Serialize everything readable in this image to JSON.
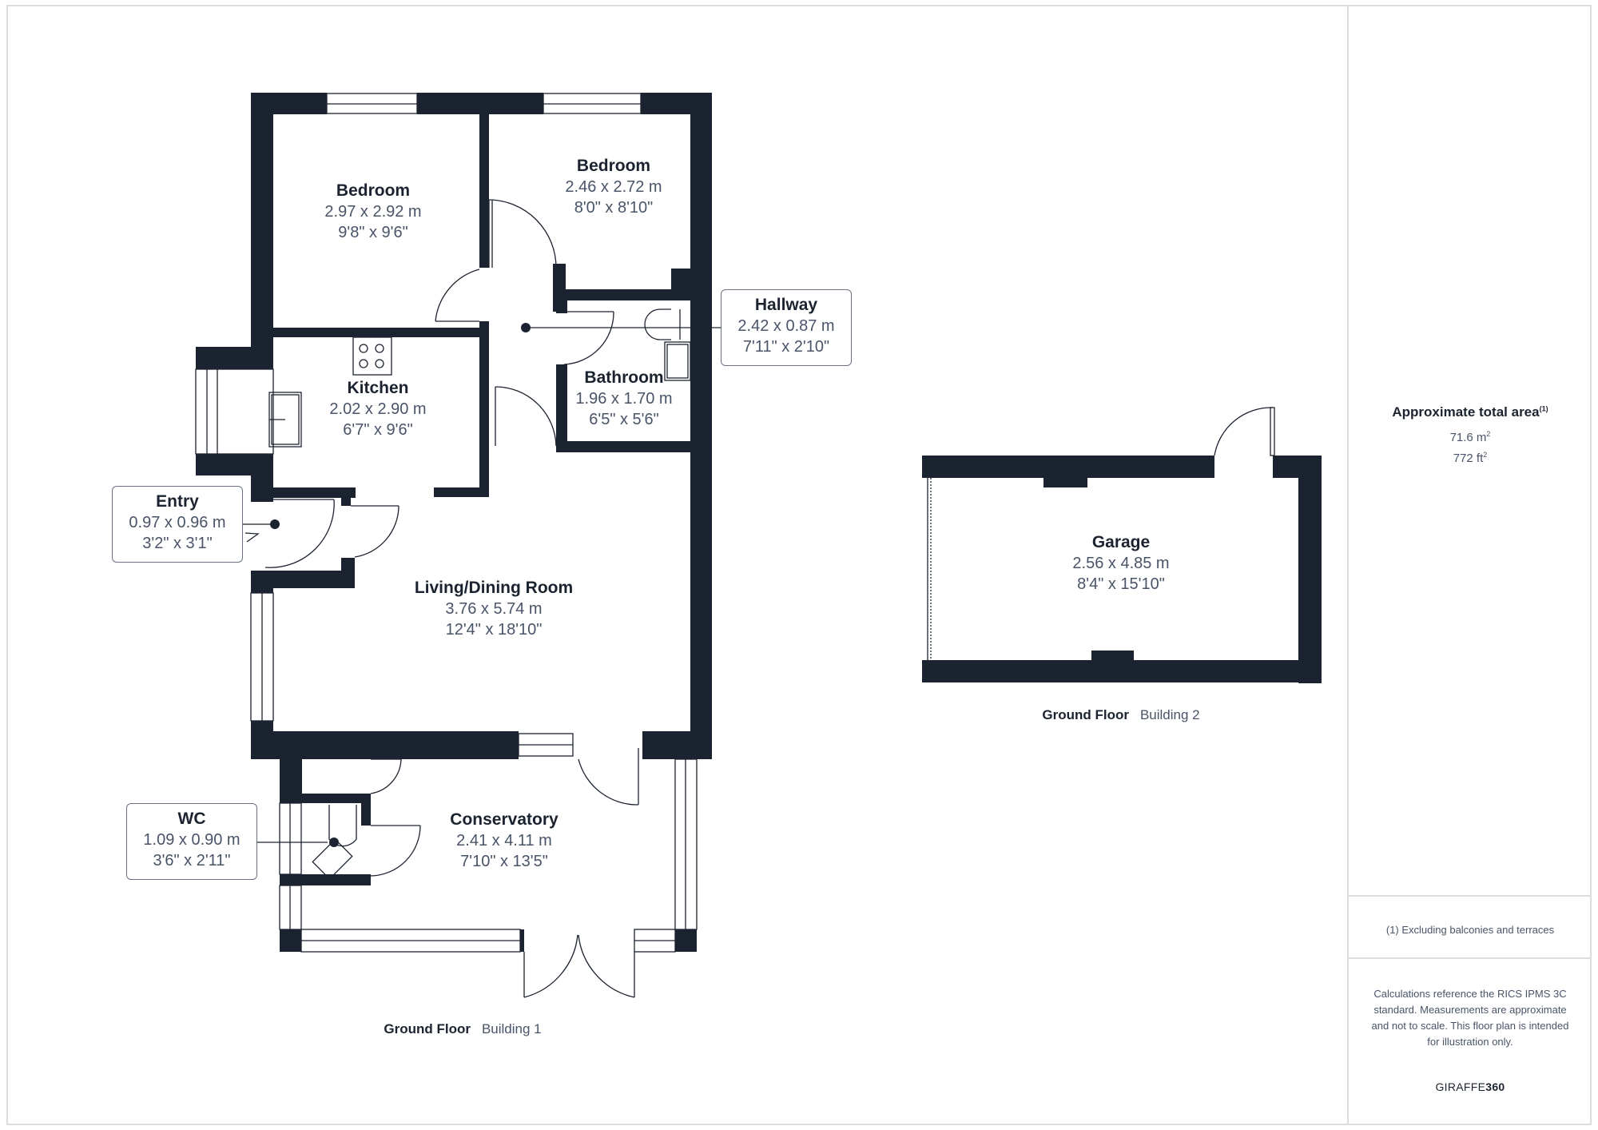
{
  "colors": {
    "wall": "#1c2330",
    "text_primary": "#1c2330",
    "text_secondary": "#4a5468",
    "frame": "#dcdcdc"
  },
  "building1": {
    "label": {
      "floor": "Ground Floor",
      "building": "Building 1"
    },
    "rooms": [
      {
        "name": "Bedroom",
        "metric": "2.97 x 2.92 m",
        "imperial": "9'8\" x 9'6\""
      },
      {
        "name": "Bedroom",
        "metric": "2.46 x 2.72 m",
        "imperial": "8'0\" x 8'10\""
      },
      {
        "name": "Hallway",
        "metric": "2.42 x 0.87 m",
        "imperial": "7'11\" x 2'10\""
      },
      {
        "name": "Kitchen",
        "metric": "2.02 x 2.90 m",
        "imperial": "6'7\" x 9'6\""
      },
      {
        "name": "Bathroom",
        "metric": "1.96 x 1.70 m",
        "imperial": "6'5\" x 5'6\""
      },
      {
        "name": "Entry",
        "metric": "0.97 x 0.96 m",
        "imperial": "3'2\" x 3'1\""
      },
      {
        "name": "Living/Dining Room",
        "metric": "3.76 x 5.74 m",
        "imperial": "12'4\" x 18'10\""
      },
      {
        "name": "WC",
        "metric": "1.09 x 0.90 m",
        "imperial": "3'6\" x 2'11\""
      },
      {
        "name": "Conservatory",
        "metric": "2.41 x 4.11 m",
        "imperial": "7'10\" x 13'5\""
      }
    ]
  },
  "building2": {
    "label": {
      "floor": "Ground Floor",
      "building": "Building 2"
    },
    "rooms": [
      {
        "name": "Garage",
        "metric": "2.56 x 4.85 m",
        "imperial": "8'4\" x 15'10\""
      }
    ]
  },
  "summary": {
    "title": "Approximate total area",
    "title_sup": "(1)",
    "area_m2": "71.6 m",
    "area_ft2": "772 ft",
    "sup2": "2",
    "footnote": "(1) Excluding balconies and terraces",
    "disclaimer": "Calculations reference the RICS IPMS 3C standard. Measurements are approximate and not to scale. This floor plan is intended for illustration only.",
    "brand_a": "GIRAFFE",
    "brand_b": "360"
  }
}
